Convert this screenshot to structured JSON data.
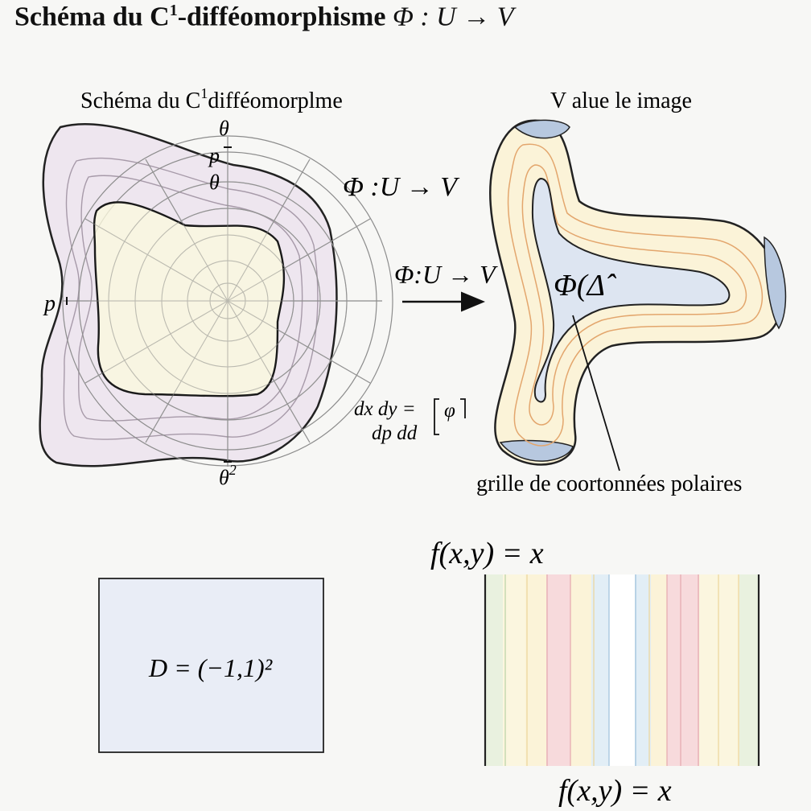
{
  "title": {
    "prefix": "Schéma du C",
    "sup": "1",
    "suffix": "-difféomorphisme",
    "math": "Φ : U → V"
  },
  "left_panel": {
    "caption_prefix": "Schéma du C",
    "caption_sup": "1",
    "caption_suffix": "difféomorplme",
    "axis_top_1": "θ",
    "axis_top_2": "p",
    "axis_top_3": "θ",
    "axis_left": "p",
    "axis_bottom_base": "θ",
    "axis_bottom_sup": "2",
    "map_label": "Φ :U → V"
  },
  "jacobian": {
    "numerator": "dx dy =",
    "denominator": "dp dd",
    "bracket_content": "φ"
  },
  "arrow_label": "Φ:U → V",
  "right_panel": {
    "caption": "V alue le image",
    "center_label": "Φ(Δ̂",
    "pointer_label": "grille de coortonnées polaires"
  },
  "domain_box": {
    "label": "D = (−1,1)²"
  },
  "stripes": {
    "top_label": "f(x,y) = x",
    "bottom_label": "f(x,y) = x"
  },
  "colors": {
    "outer_fill": "#eee6ef",
    "inner_fill": "#fbf8de",
    "grid": "#8c8c8c",
    "blob_outer": "#fbf3d8",
    "blob_inner": "#dde5f1",
    "blob_cap": "#b7c8df",
    "contour_orange": "#e3a66d",
    "box_fill": "#e9edf6"
  }
}
